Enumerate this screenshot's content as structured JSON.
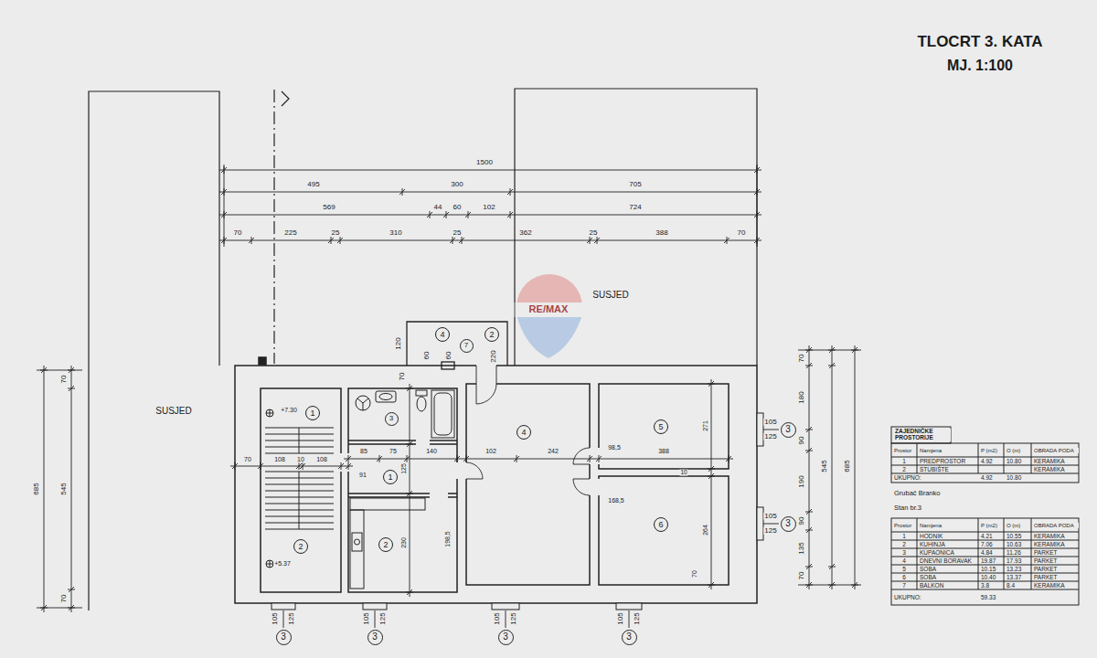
{
  "diagram": {
    "title": "TLOCRT 3. KATA",
    "nodes": [
      {
        "text": [
          "1"
        ]
      },
      {
        "text": [
          "2"
        ]
      },
      {
        "text": [
          "3"
        ]
      },
      {
        "text": [
          "1"
        ]
      },
      {
        "text": [
          "2"
        ]
      },
      {
        "text": [
          "4"
        ]
      },
      {
        "text": [
          "5"
        ]
      },
      {
        "text": [
          "6"
        ]
      },
      {
        "text": [
          "4"
        ]
      },
      {
        "text": [
          "7"
        ]
      },
      {
        "text": [
          "2"
        ]
      },
      {
        "text": [
          "3"
        ]
      },
      {
        "text": [
          "3"
        ]
      },
      {
        "text": [
          "3"
        ]
      },
      {
        "text": [
          "3"
        ]
      },
      {
        "text": [
          "3"
        ]
      },
      {
        "text": [
          "3"
        ]
      }
    ],
    "labels": [
      "1500",
      "495",
      "300",
      "705",
      "569",
      "44",
      "60",
      "102",
      "724",
      "70",
      "225",
      "25",
      "310",
      "25",
      "362",
      "25",
      "388",
      "70",
      "SUSJED",
      "SUSJED",
      "RE/MAX",
      "685",
      "70",
      "545",
      "70",
      "70",
      "180",
      "90",
      "190",
      "90",
      "135",
      "70",
      "545",
      "685",
      "105",
      "125",
      "105",
      "125",
      "105",
      "125",
      "105",
      "125",
      "105",
      "125",
      "105",
      "125",
      "120",
      "60",
      "60",
      "220",
      "70",
      "70",
      "108",
      "10",
      "108",
      "85",
      "75",
      "140",
      "102",
      "242",
      "388",
      "91",
      "125",
      "230",
      "271",
      "264",
      "10",
      "70",
      "98,5",
      "168,5",
      "+7.30",
      "+5.37",
      "198,5",
      "ZAJEDNIČKE PROSTORIJE",
      "Prostor",
      "Namjena",
      "P (m2)",
      "O (m)",
      "OBRADA PODA",
      "1",
      "PREDPROSTOR",
      "4.92",
      "10.80",
      "KERAMIKA",
      "2",
      "STUBIŠTE",
      "KERAMIKA",
      "UKUPNO:",
      "4.92",
      "10.80",
      "Grubač Branko",
      "Stan br.3",
      "Prostor",
      "Namjena",
      "P (m2)",
      "O (m)",
      "OBRADA PODA",
      "1",
      "HODNIK",
      "4.21",
      "10.55",
      "KERAMIKA",
      "2",
      "KUHINJA",
      "7.06",
      "10.63",
      "KERAMIKA",
      "3",
      "KUPAONICA",
      "4.84",
      "11.26",
      "PARKET",
      "4",
      "DNEVNI BORAVAK",
      "19.87",
      "17.93",
      "PARKET",
      "5",
      "SOBA",
      "10.15",
      "13.23",
      "PARKET",
      "6",
      "SOBA",
      "10.40",
      "13.37",
      "PARKET",
      "7",
      "BALKON",
      "3.8",
      "8.4",
      "KERAMIKA",
      "UKUPNO:",
      "59.33",
      "MJ. 1:100"
    ]
  }
}
